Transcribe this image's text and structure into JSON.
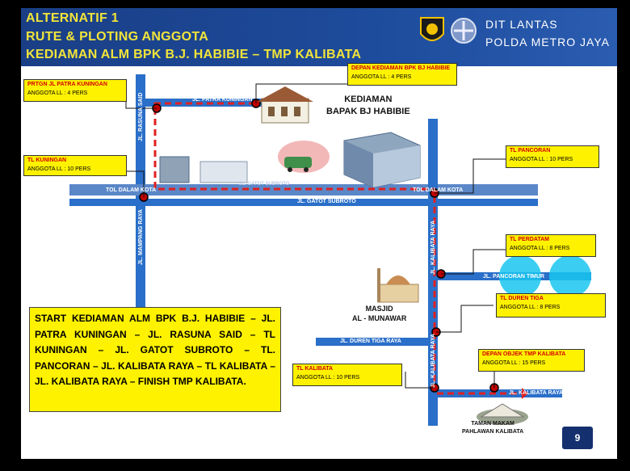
{
  "header": {
    "line1": "ALTERNATIF 1",
    "line2": "RUTE  & PLOTING ANGGOTA",
    "line3": "KEDIAMAN ALM BPK B.J. HABIBIE – TMP KALIBATA",
    "org1": "DIT LANTAS",
    "org2": "POLDA METRO JAYA"
  },
  "posts": [
    {
      "id": "prtgn",
      "title": "PRTGN JL PATRA KUNINGAN",
      "value": "ANGGOTA LL      :      4 PERS"
    },
    {
      "id": "depan_kediaman",
      "title": "DEPAN KEDIAMAN BPK BJ HABIBIE",
      "value": "ANGGOTA LL      :      4 PERS"
    },
    {
      "id": "kuningan",
      "title": "TL KUNINGAN",
      "value": "ANGGOTA LL      :      10 PERS"
    },
    {
      "id": "pancoran",
      "title": "TL PANCORAN",
      "value": "ANGGOTA LL      :      10 PERS"
    },
    {
      "id": "perdatam",
      "title": "TL PERDATAM",
      "value": "ANGGOTA LL      :      8 PERS"
    },
    {
      "id": "duren_tiga",
      "title": "TL DUREN TIGA",
      "value": "ANGGOTA LL      :      8 PERS"
    },
    {
      "id": "kalibata",
      "title": "TL KALIBATA",
      "value": "ANGGOTA LL      :      10 PERS"
    },
    {
      "id": "depan_tmp",
      "title": "DEPAN OBJEK TMP KALIBATA",
      "value": "ANGGOTA LL      :      15 PERS"
    }
  ],
  "roads": {
    "patra": "JL. PATRA KUNINGAN",
    "tol_left": "TOL DALAM KOTA",
    "tol_right": "TOL DALAM KOTA",
    "gatot": "JL. GATOT SUBROTO",
    "gatot_faded": "JL. GATOT SUBROTO",
    "rasuna": "JL. RASUNA SAID",
    "mampang": "JL. MAMPANG RAYA",
    "pancoran_timur": "JL. PANCORAN TIMUR",
    "duren": "JL. DUREN TIGA RAYA",
    "kalibata": "JL. KALIBATA RAYA",
    "kalibata_vert": "JL. KALIBATA RAYA",
    "kalibata_h": "JL. KALIBATA RAYA"
  },
  "landmarks": {
    "kediaman": "KEDIAMAN\nBAPAK BJ HABIBIE",
    "masjid": "MASJID\nAL - MUNAWAR",
    "tmp": "TAMAN MAKAM\nPAHLAWAN KALIBATA"
  },
  "summary": "START KEDIAMAN ALM BPK B.J. HABIBIE – JL. PATRA KUNINGAN – JL. RASUNA SAID – TL KUNINGAN – JL. GATOT SUBROTO – TL. PANCORAN – JL. KALIBATA RAYA – TL KALIBATA – JL. KALIBATA RAYA – FINISH TMP KALIBATA.",
  "page_number": "9",
  "colors": {
    "road": "#2a6fc9",
    "route": "#e02020",
    "post_fill": "#fff200",
    "header": "#1a3f86",
    "title_text": "#f2e43a"
  },
  "icons": [
    "polda-badge-icon",
    "lantas-badge-icon",
    "house-icon",
    "building-icon",
    "mosque-icon",
    "cemetery-icon",
    "car-icon",
    "arrow-icon"
  ]
}
